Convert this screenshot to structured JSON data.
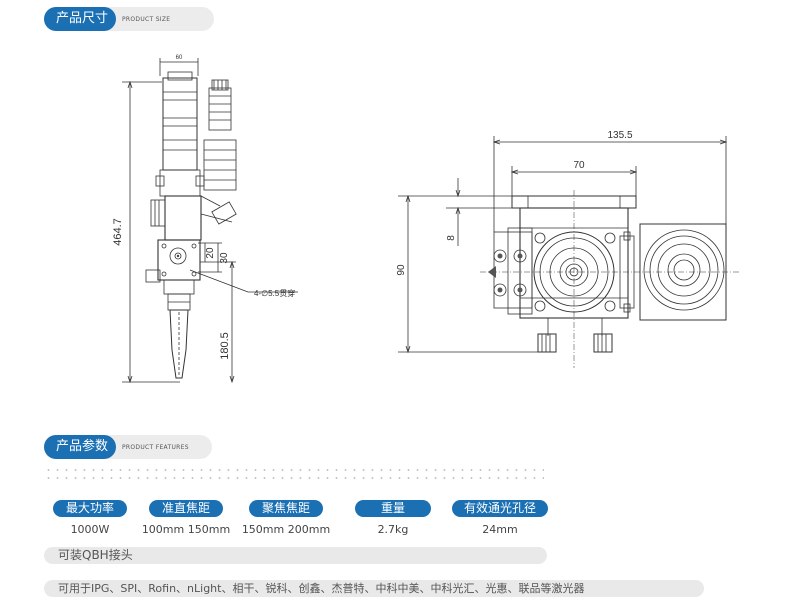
{
  "section_size": {
    "title": "产品尺寸",
    "subtitle": "PRODUCT SIZE"
  },
  "section_features": {
    "title": "产品参数",
    "subtitle": "PRODUCT FEATURES"
  },
  "drawing_side": {
    "dim_top": "60",
    "dim_height": "464.7",
    "dim_lower": "180.5",
    "dim_20": "20",
    "dim_30": "30",
    "hole_note": "4-∅5.5贯穿"
  },
  "drawing_top": {
    "dim_width": "135.5",
    "dim_inner": "70",
    "dim_8": "8",
    "dim_90": "90"
  },
  "params": [
    {
      "label": "最大功率",
      "value": "1000W"
    },
    {
      "label": "准直焦距",
      "value": "100mm 150mm"
    },
    {
      "label": "聚焦焦距",
      "value": "150mm 200mm"
    },
    {
      "label": "重量",
      "value": "2.7kg"
    },
    {
      "label": "有效通光孔径",
      "value": "24mm"
    }
  ],
  "qbh_note": "可装QBH接头",
  "compat_note": "可用于IPG、SPI、Rofin、nLight、相干、锐科、创鑫、杰普特、中科中美、中科光汇、光惠、联品等激光器",
  "colors": {
    "accent": "#1b6fb3",
    "bar_bg": "#e9e9e9"
  }
}
